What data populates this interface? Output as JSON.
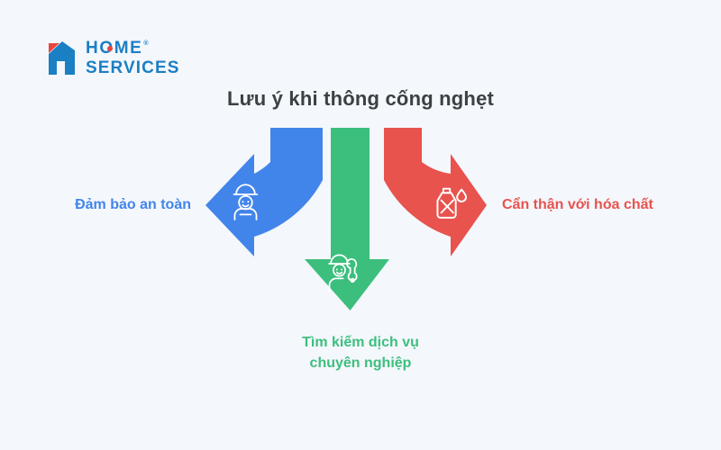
{
  "page": {
    "background_color": "#f4f7fc"
  },
  "logo": {
    "name": "home-services-logo",
    "line1": "HOME",
    "line2": "SERVICES",
    "registered_mark": "®",
    "text_color": "#1b7fc4",
    "accent_color": "#e8453c"
  },
  "title": {
    "text": "Lưu ý khi thông cống nghẹt",
    "color": "#3c4043"
  },
  "diagram": {
    "type": "three-arrow-infographic",
    "branches": [
      {
        "key": "left",
        "direction": "left",
        "label": "Đảm bảo an toàn",
        "color": "#4285ea",
        "icon": "safety-worker-icon"
      },
      {
        "key": "down",
        "direction": "down",
        "label_line1": "Tìm kiếm dịch vụ",
        "label_line2": "chuyên nghiệp",
        "color": "#3cbf7d",
        "icon": "plumber-wrench-icon"
      },
      {
        "key": "right",
        "direction": "right",
        "label": "Cẩn thận với hóa chất",
        "color": "#e8534e",
        "icon": "chemical-container-icon"
      }
    ]
  }
}
